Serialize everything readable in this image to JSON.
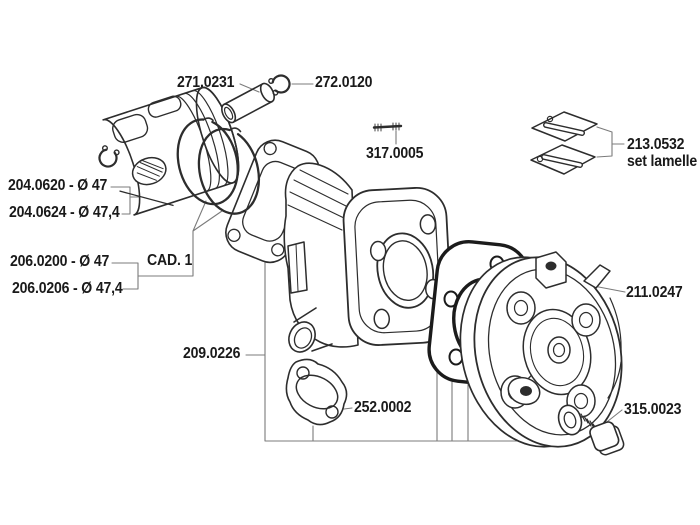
{
  "diagram": {
    "background": "#ffffff",
    "line_color": "#2d2d2d",
    "gasket_line_color": "#1b1b1b",
    "leader_line_color": "#6a6a6a",
    "text_color": "#1a1a1a",
    "labels": {
      "piston_pin": "271.0231",
      "pin_circlip": "272.0120",
      "stud": "317.0005",
      "reed_set": "213.0532",
      "reed_set_sub": "set lamelle",
      "piston_d47": "204.0620 - Ø 47",
      "piston_d474": "204.0624 - Ø 47,4",
      "rings_d47": "206.0200 - Ø 47",
      "rings_d474": "206.0206 - Ø 47,4",
      "rings_qty": "CAD. 1",
      "gasket_set": "209.0226",
      "cylinder_head": "211.0247",
      "exhaust_gasket": "252.0002",
      "head_bolt": "315.0023"
    }
  }
}
